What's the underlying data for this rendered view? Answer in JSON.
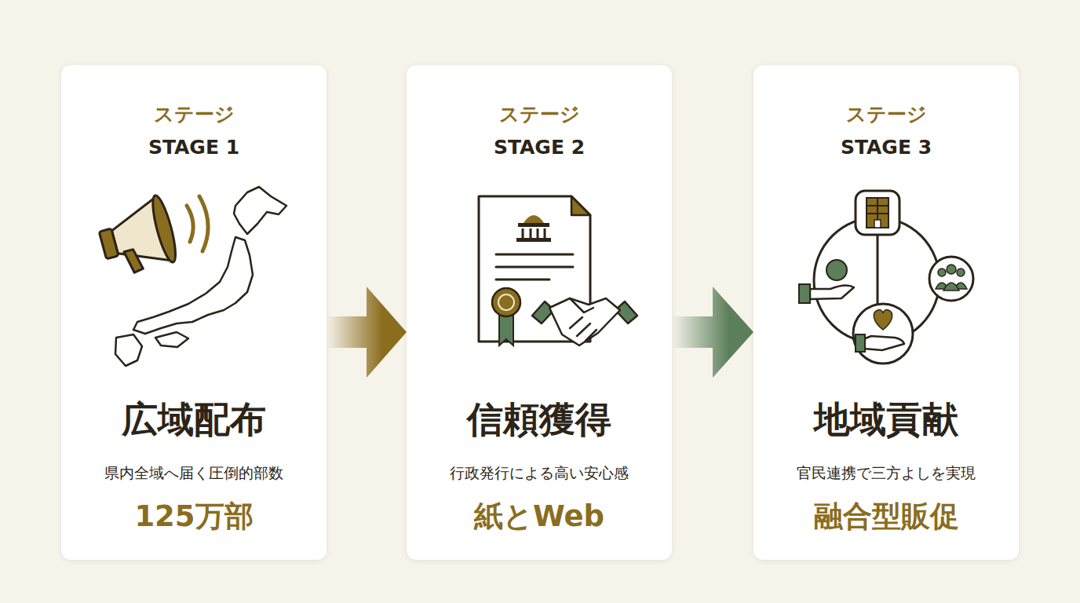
{
  "diagram": {
    "nodes": [
      {
        "text": [
          "ステージ",
          "STAGE 1",
          "広域配布",
          "県内全域へ届く圧倒的部数",
          "125万部"
        ]
      },
      {
        "text": [
          "ステージ",
          "STAGE 2",
          "信頼獲得",
          "行政発行による高い安心感",
          "紙とWeb"
        ]
      },
      {
        "text": [
          "ステージ",
          "STAGE 3",
          "地域貢献",
          "官民連携で三方よしを実現",
          "融合型販促"
        ]
      }
    ],
    "edges": [
      {
        "from": 0,
        "to": 1,
        "arrow": "to"
      },
      {
        "from": 1,
        "to": 2,
        "arrow": "to"
      }
    ]
  }
}
